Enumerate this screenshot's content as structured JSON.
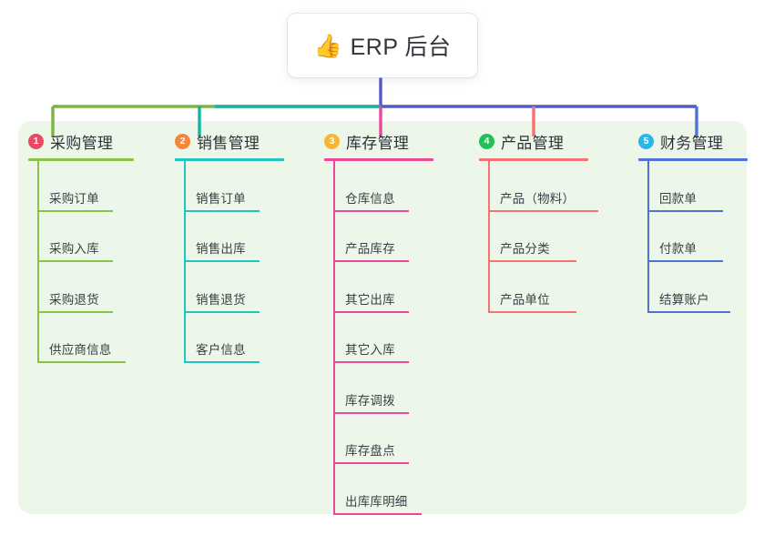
{
  "root": {
    "icon": "thumbs-up-icon",
    "emoji": "👍",
    "title": "ERP 后台"
  },
  "theme": {
    "panel_bg": "#edf7e9",
    "page_bg": "#ffffff",
    "stem": "#5558c8",
    "bus_left": "#7cb342",
    "bus_mid": "#12b5a0",
    "bus_right": "#5558c8"
  },
  "columns": [
    {
      "index": "1",
      "title": "采购管理",
      "badge_color": "#ea4a62",
      "line_color": "#8bc34a",
      "rule_width": 116,
      "label_width": 105,
      "items": [
        {
          "label": "采购订单",
          "rule_width": 82
        },
        {
          "label": "采购入库",
          "rule_width": 82
        },
        {
          "label": "采购退货",
          "rule_width": 82
        },
        {
          "label": "供应商信息",
          "rule_width": 96
        }
      ]
    },
    {
      "index": "2",
      "title": "销售管理",
      "badge_color": "#f5873c",
      "line_color": "#20c5bb",
      "rule_width": 120,
      "label_width": 105,
      "items": [
        {
          "label": "销售订单",
          "rule_width": 82
        },
        {
          "label": "销售出库",
          "rule_width": 82
        },
        {
          "label": "销售退货",
          "rule_width": 82
        },
        {
          "label": "客户信息",
          "rule_width": 82
        }
      ]
    },
    {
      "index": "3",
      "title": "库存管理",
      "badge_color": "#f7b731",
      "line_color": "#ec4899",
      "rule_width": 120,
      "label_width": 105,
      "items": [
        {
          "label": "仓库信息",
          "rule_width": 82
        },
        {
          "label": "产品库存",
          "rule_width": 82
        },
        {
          "label": "其它出库",
          "rule_width": 82
        },
        {
          "label": "其它入库",
          "rule_width": 82
        },
        {
          "label": "库存调拨",
          "rule_width": 82
        },
        {
          "label": "库存盘点",
          "rule_width": 82
        },
        {
          "label": "出库库明细",
          "rule_width": 96
        }
      ]
    },
    {
      "index": "4",
      "title": "产品管理",
      "badge_color": "#23c05a",
      "line_color": "#f4736e",
      "rule_width": 120,
      "label_width": 105,
      "items": [
        {
          "label": "产品（物料）",
          "rule_width": 120
        },
        {
          "label": "产品分类",
          "rule_width": 96
        },
        {
          "label": "产品单位",
          "rule_width": 96
        }
      ]
    },
    {
      "index": "5",
      "title": "财务管理",
      "badge_color": "#29b6e8",
      "line_color": "#4f71d8",
      "rule_width": 120,
      "label_width": 105,
      "items": [
        {
          "label": "回款单",
          "rule_width": 82
        },
        {
          "label": "付款单",
          "rule_width": 82
        },
        {
          "label": "结算账户",
          "rule_width": 90
        }
      ]
    }
  ]
}
